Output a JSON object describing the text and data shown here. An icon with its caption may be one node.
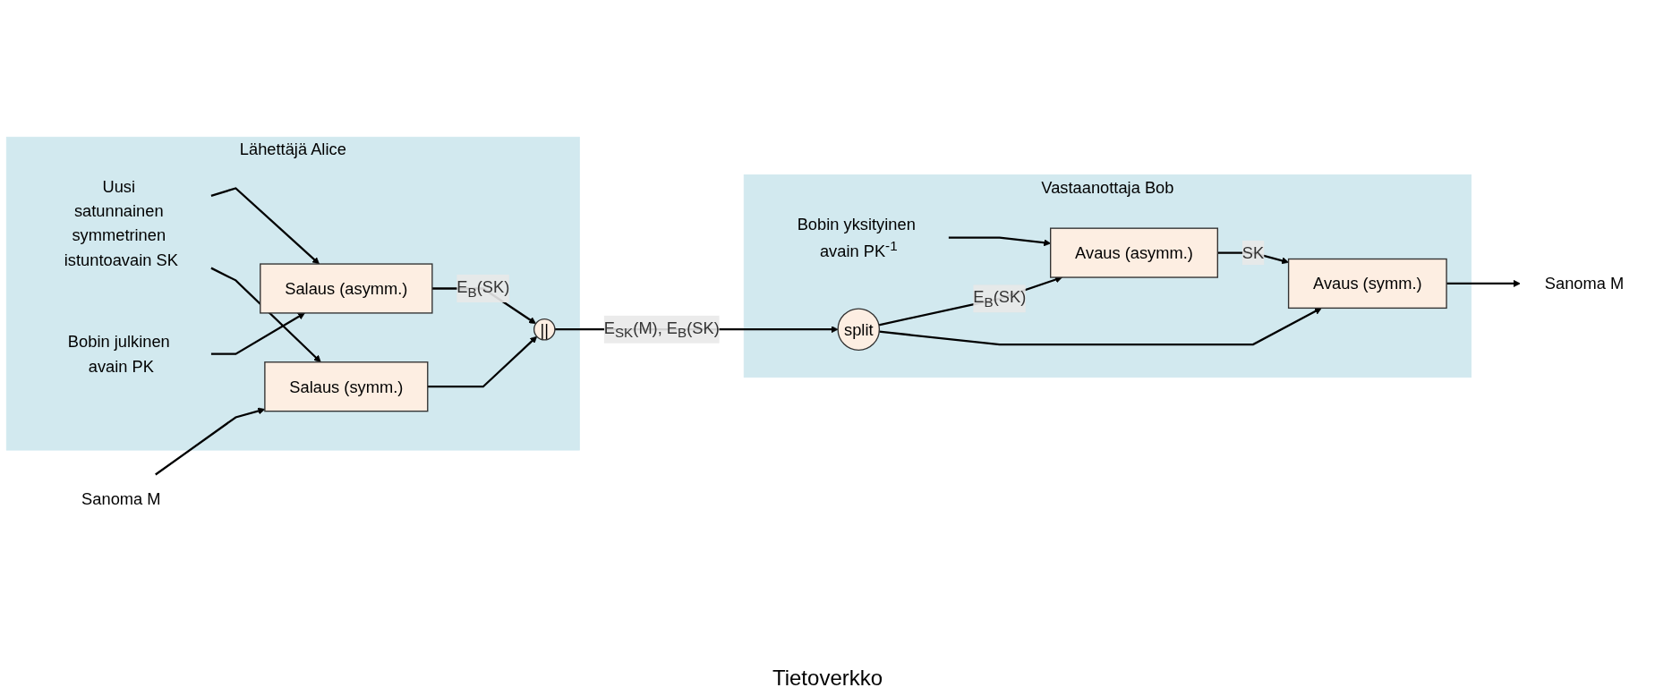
{
  "diagram": {
    "nodes": [
      {
        "text": [
          "Lähettäjä Alice"
        ]
      },
      {
        "text": [
          "Uusi satunnainen symmetrinen istuntoavain SK"
        ],
        "in": 0
      },
      {
        "text": [
          "Bobin julkinen avain PK"
        ],
        "in": 0
      },
      {
        "text": [
          "Salaus (asymm.)"
        ],
        "in": 0
      },
      {
        "text": [
          "Salaus (symm.)"
        ],
        "in": 0
      },
      {
        "text": [
          "||"
        ],
        "in": 0
      },
      {
        "text": [
          "Sanoma M"
        ]
      },
      {
        "text": [
          "Vastaanottaja Bob"
        ]
      },
      {
        "text": [
          "Bobin yksityinen avain PK$^{-1}$"
        ],
        "in": 7
      },
      {
        "text": [
          "Avaus (asymm.)"
        ],
        "in": 7
      },
      {
        "text": [
          "split"
        ],
        "in": 7
      },
      {
        "text": [
          "Avaus (symm.)"
        ],
        "in": 7
      },
      {
        "text": [
          "Sanoma M"
        ]
      }
    ],
    "edges": [
      {
        "from": 6,
        "to": 4,
        "arrow": "to"
      },
      {
        "from": 1,
        "to": 3,
        "arrow": "to"
      },
      {
        "from": 1,
        "to": 4,
        "arrow": "to"
      },
      {
        "from": 2,
        "to": 3,
        "arrow": "to"
      },
      {
        "from": 3,
        "to": 5,
        "label": "E$_{B}$(SK)",
        "arrow": "to"
      },
      {
        "from": 4,
        "to": 5,
        "arrow": "to"
      },
      {
        "from": 5,
        "to": 10,
        "label": "E$_{SK}$(M), E$_{B}$(SK)",
        "arrow": "to"
      },
      {
        "from": 10,
        "to": 9,
        "label": "E$_{B}$(SK)",
        "arrow": "to"
      },
      {
        "from": 8,
        "to": 9,
        "arrow": "to"
      },
      {
        "from": 9,
        "to": 11,
        "label": "SK",
        "arrow": "to"
      },
      {
        "from": 10,
        "to": 11,
        "arrow": "to"
      },
      {
        "from": 11,
        "to": 12,
        "arrow": "to"
      }
    ],
    "labels": [
      "Tietoverkko"
    ]
  }
}
